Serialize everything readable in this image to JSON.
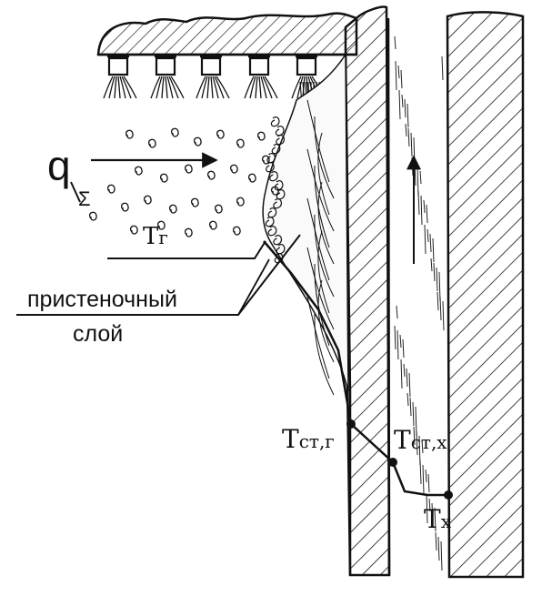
{
  "labels": {
    "q_symbol": "q",
    "q_subscript": "Σ",
    "gas_temp_main": "T",
    "gas_temp_sub": "г",
    "wall_layer_line1": "пристеночный",
    "wall_layer_line2": "слой",
    "wall_gas_temp_main": "T",
    "wall_gas_temp_sub": "ст,г",
    "wall_coolant_temp_main": "T",
    "wall_coolant_temp_sub": "ст,х",
    "coolant_temp_main": "T",
    "coolant_temp_sub": "х"
  },
  "injectors": [
    "injector-1",
    "injector-2",
    "injector-3",
    "injector-4",
    "injector-5"
  ],
  "colors": {
    "ink": "#111111",
    "paper": "#ffffff"
  }
}
